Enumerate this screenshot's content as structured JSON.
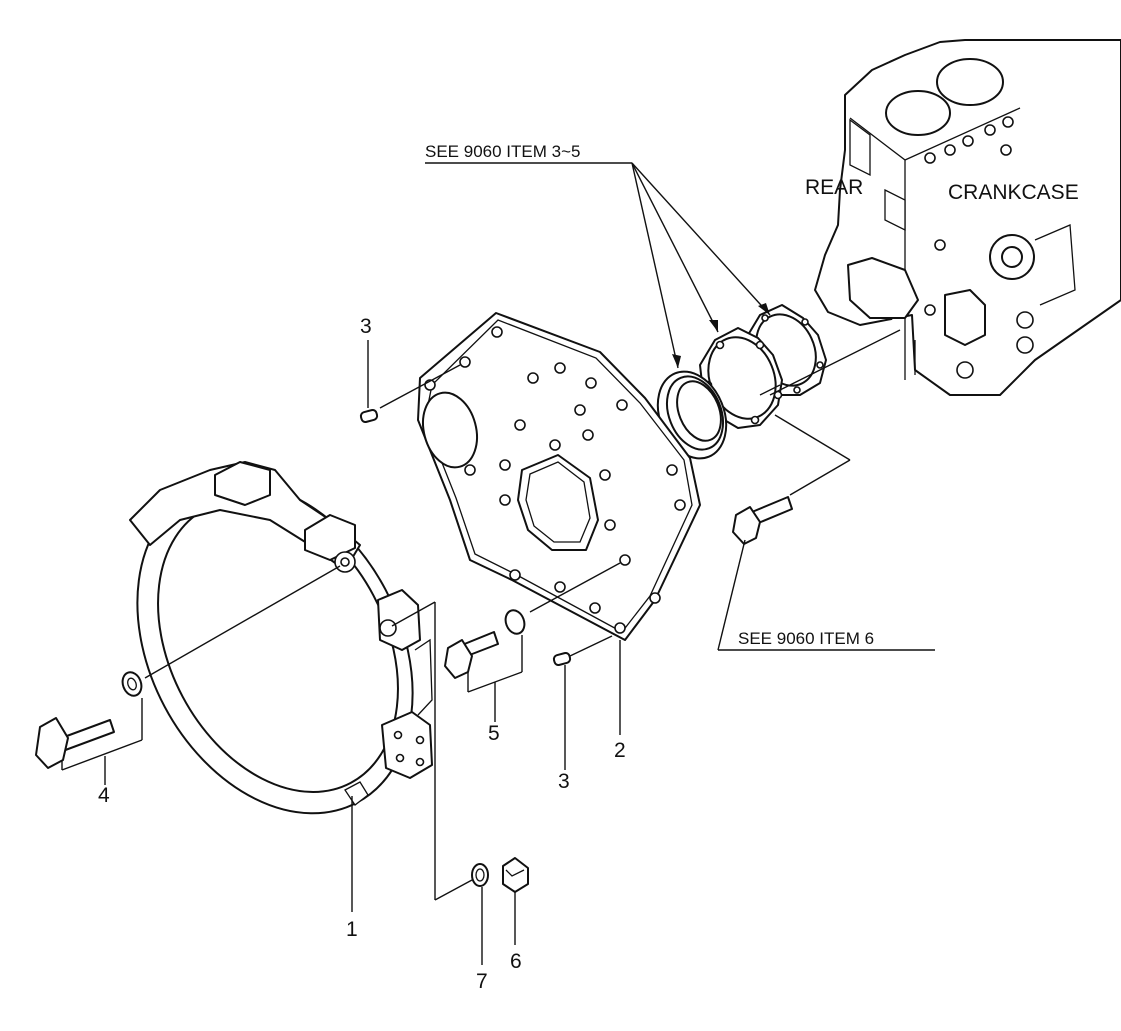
{
  "references": {
    "oil_seal_ref": "SEE 9060 ITEM 3~5",
    "bolt_ref": "SEE 9060 ITEM 6"
  },
  "labels": {
    "rear": "REAR",
    "crankcase": "CRANKCASE"
  },
  "callouts": {
    "housing": "1",
    "plate": "2",
    "dowel_top": "3",
    "dowel_bottom": "3",
    "bolt_left": "4",
    "bolt_mid": "5",
    "plug": "6",
    "washer": "7"
  }
}
